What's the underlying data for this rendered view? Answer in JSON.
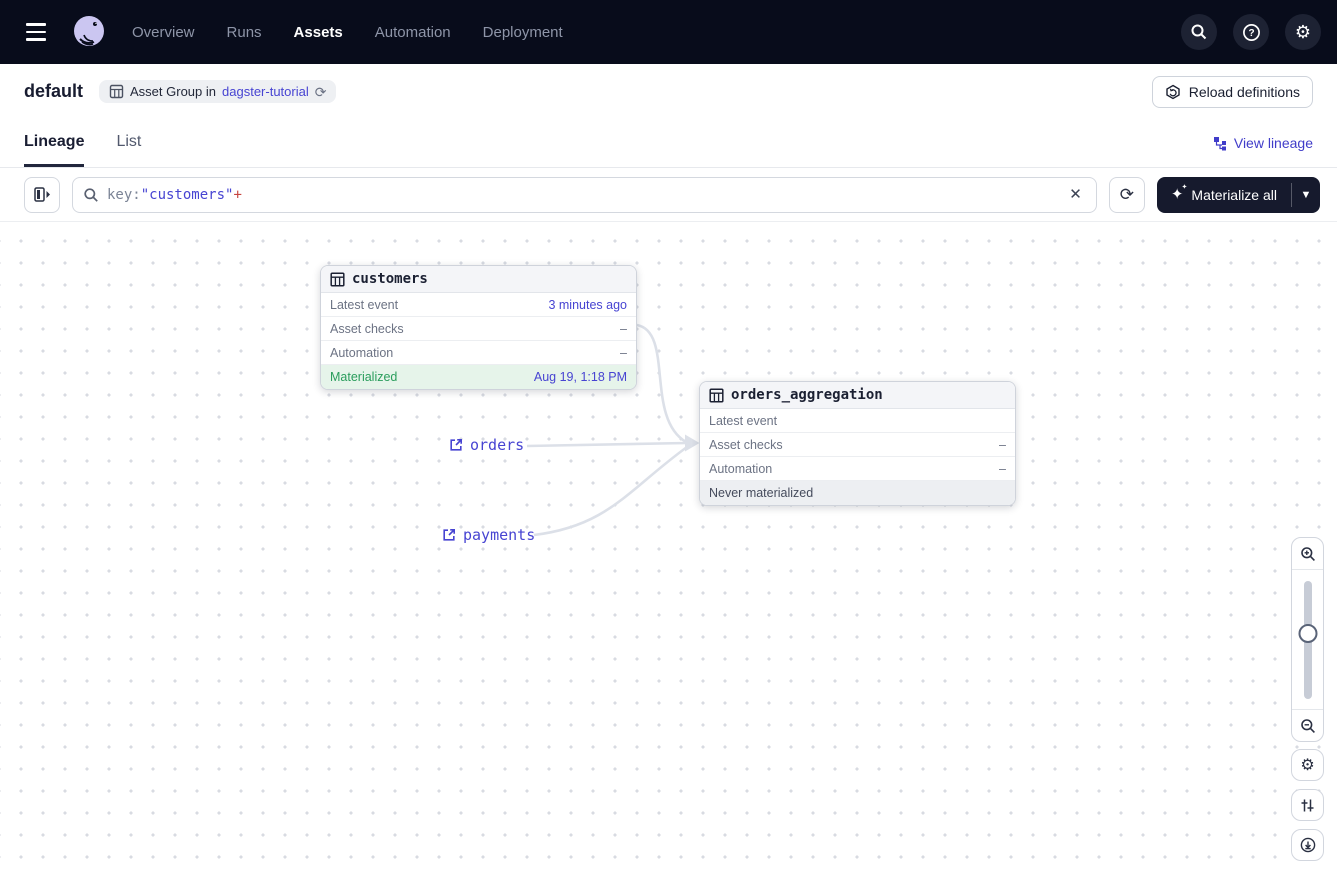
{
  "nav": {
    "items": [
      {
        "label": "Overview",
        "active": false
      },
      {
        "label": "Runs",
        "active": false
      },
      {
        "label": "Assets",
        "active": true
      },
      {
        "label": "Automation",
        "active": false
      },
      {
        "label": "Deployment",
        "active": false
      }
    ]
  },
  "header": {
    "title": "default",
    "badge": {
      "text": "Asset Group in",
      "link": "dagster-tutorial"
    },
    "reload_button": "Reload definitions"
  },
  "tabs": {
    "lineage": "Lineage",
    "list": "List",
    "view_lineage": "View lineage"
  },
  "toolbar": {
    "search_query": {
      "field": "key:",
      "value": "\"customers\"",
      "operator": "+"
    },
    "materialize_button": "Materialize all"
  },
  "graph": {
    "nodes": [
      {
        "title": "customers",
        "rows": [
          {
            "label": "Latest event",
            "value": "3 minutes ago"
          },
          {
            "label": "Asset checks",
            "value": "–"
          },
          {
            "label": "Automation",
            "value": "–"
          }
        ],
        "status": {
          "label": "Materialized",
          "value": "Aug 19, 1:18 PM",
          "state": "materialized"
        }
      },
      {
        "title": "orders_aggregation",
        "rows": [
          {
            "label": "Latest event",
            "value": ""
          },
          {
            "label": "Asset checks",
            "value": "–"
          },
          {
            "label": "Automation",
            "value": "–"
          }
        ],
        "status": {
          "label": "Never materialized",
          "value": "",
          "state": "never-materialized"
        }
      }
    ],
    "external_assets": [
      {
        "name": "orders"
      },
      {
        "name": "payments"
      }
    ]
  },
  "icons": {
    "menu-icon": "hamburger",
    "dagster-logo": "octopus",
    "search-icon": "magnifier",
    "help-icon": "question-circle",
    "settings-icon": "gear",
    "asset-group-icon": "table-grid",
    "refresh-icon": "circular-arrows",
    "reload-definitions-icon": "code-location-reload",
    "view-lineage-icon": "graph-nodes",
    "panel-toggle-icon": "expand-panel",
    "clear-icon": "x",
    "sparkle-icon": "sparkles",
    "caret-icon": "triangle-down",
    "external-link-icon": "open-in-new",
    "zoom-in-icon": "magnifier-plus",
    "zoom-out-icon": "magnifier-minus",
    "graph-settings-icon": "gear",
    "graph-filters-icon": "tune-sliders",
    "recenter-icon": "arrow-down-circle"
  },
  "colors": {
    "nav_background": "#080c1b",
    "accent_indigo": "#4744d2",
    "operator_red": "#c64540",
    "materialized_green": "#2a9d5c",
    "edge_gray": "#dce0e8"
  }
}
